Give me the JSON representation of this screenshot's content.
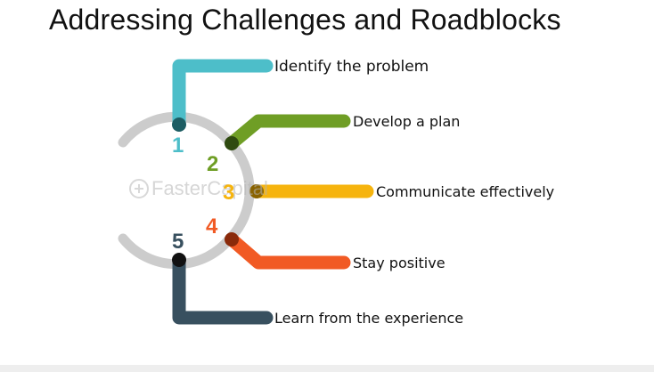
{
  "title": "Addressing Challenges and Roadblocks",
  "watermark": "FasterCapital",
  "steps": [
    {
      "number": "1",
      "label": "Identify the problem",
      "color": "#4dbec9"
    },
    {
      "number": "2",
      "label": "Develop a plan",
      "color": "#6f9e25"
    },
    {
      "number": "3",
      "label": "Communicate effectively",
      "color": "#f6b40e"
    },
    {
      "number": "4",
      "label": "Stay positive",
      "color": "#f15a24"
    },
    {
      "number": "5",
      "label": "Learn from the experience",
      "color": "#38505f"
    }
  ],
  "ring_color": "#cccccc"
}
